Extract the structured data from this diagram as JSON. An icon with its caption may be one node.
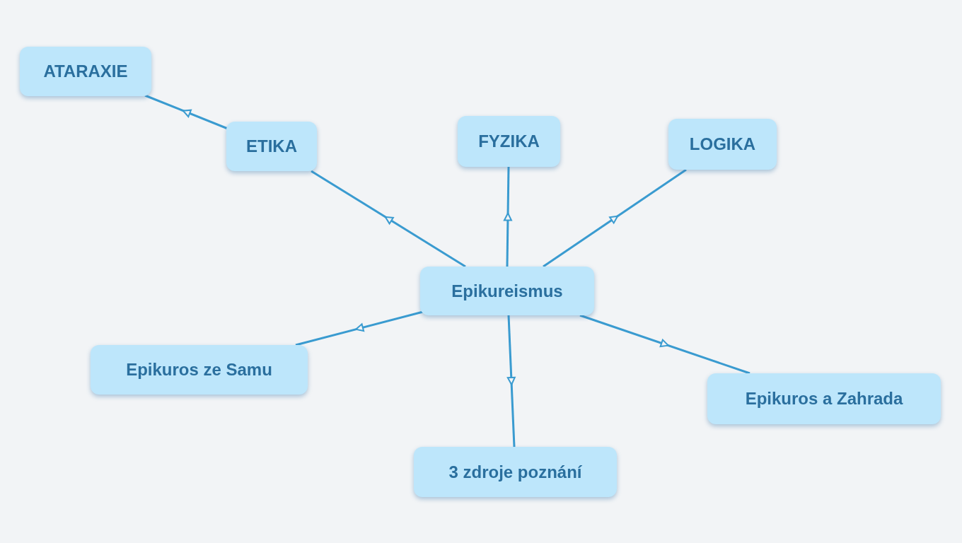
{
  "diagram": {
    "nodes": [
      {
        "text": [
          "ATARAXIE"
        ]
      },
      {
        "text": [
          "ETIKA"
        ]
      },
      {
        "text": [
          "FYZIKA"
        ]
      },
      {
        "text": [
          "LOGIKA"
        ]
      },
      {
        "text": [
          "Epikureismus"
        ]
      },
      {
        "text": [
          "Epikuros ze Samu"
        ]
      },
      {
        "text": [
          "Epikuros a Zahrada"
        ]
      },
      {
        "text": [
          "3 zdroje poznání"
        ]
      }
    ],
    "edges": [
      {
        "from": 1,
        "to": 0,
        "arrow": "to"
      },
      {
        "from": 4,
        "to": 1,
        "arrow": "to"
      },
      {
        "from": 4,
        "to": 2,
        "arrow": "to"
      },
      {
        "from": 4,
        "to": 3,
        "arrow": "to"
      },
      {
        "from": 4,
        "to": 5,
        "arrow": "to"
      },
      {
        "from": 4,
        "to": 7,
        "arrow": "to"
      },
      {
        "from": 4,
        "to": 6,
        "arrow": "to"
      }
    ]
  }
}
